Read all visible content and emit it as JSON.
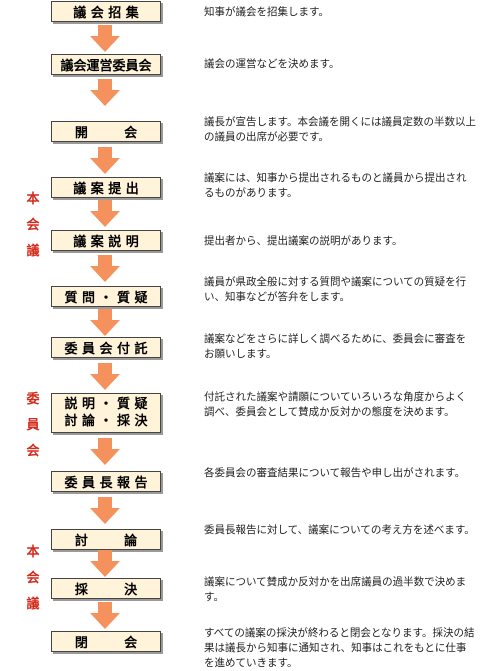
{
  "steps": [
    {
      "label": "議 会 招 集",
      "desc": "知事が議会を招集します。"
    },
    {
      "label": "議会運営委員会",
      "desc": "議会の運営などを決めます。"
    },
    {
      "label": "開        会",
      "desc": "議長が宣告します。本会議を開くには議員定数の半数以上の議員の出席が必要です。"
    },
    {
      "label": "議 案 提 出",
      "desc": "議案には、知事から提出されるものと議員から提出されるものがあります。"
    },
    {
      "label": "議 案 説 明",
      "desc": "提出者から、提出議案の説明があります。"
    },
    {
      "label": "質 問 ・ 質 疑",
      "desc": "議員が県政全般に対する質問や議案についての質疑を行い、知事などが答弁をします。"
    },
    {
      "label": "委 員 会 付 託",
      "desc": "議案などをさらに詳しく調べるために、委員会に審査をお願いします。"
    },
    {
      "label": "説 明 ・ 質 疑\n討 論 ・ 採 決",
      "desc": "付託された議案や請願についていろいろな角度からよく調べ、委員会として賛成か反対かの態度を決めます。"
    },
    {
      "label": "委 員 長 報 告",
      "desc": "各委員会の審査結果について報告や申し出がされます。"
    },
    {
      "label": "討        論",
      "desc": "委員長報告に対して、議案についての考え方を述べます。"
    },
    {
      "label": "採        決",
      "desc": "議案について賛成か反対かを出席議員の過半数で決めます。"
    },
    {
      "label": "閉        会",
      "desc": "すべての議案の採決が終わると閉会となります。採決の結果は議長から知事に通知され、知事はこれをもとに仕事を進めていきます。"
    }
  ],
  "side_labels": [
    {
      "text": "本\n会\n議"
    },
    {
      "text": "委\n員\n会"
    },
    {
      "text": "本\n会\n議"
    }
  ],
  "colors": {
    "box_fill": "#fff3d9",
    "box_border": "#444444",
    "arrow": "#f4915c",
    "side_label": "#d42a1c"
  }
}
